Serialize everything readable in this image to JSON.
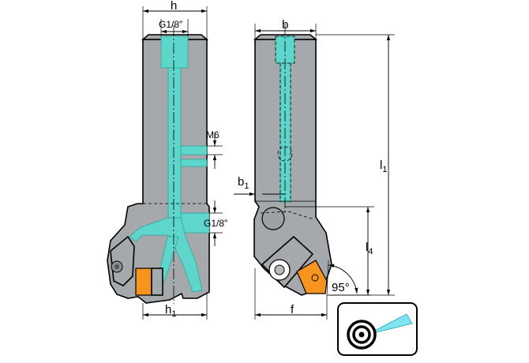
{
  "labels": {
    "h": "h",
    "g_top": "G1/8″",
    "m6": "M6",
    "g_side": "G1/8″",
    "h1_base": "h",
    "h1_sub": "1",
    "b": "b",
    "b1_base": "b",
    "b1_sub": "1",
    "l1_base": "l",
    "l1_sub": "1",
    "l4_base": "l",
    "l4_sub": "4",
    "f": "f",
    "angle": "95°"
  },
  "colors": {
    "body": "#a6a9ab",
    "coolant": "#5ed6cc",
    "insert": "#f7941d",
    "coolant_jet": "#7fe3f0"
  },
  "icons": {
    "coolant_symbol": "internal-coolant-icon"
  }
}
